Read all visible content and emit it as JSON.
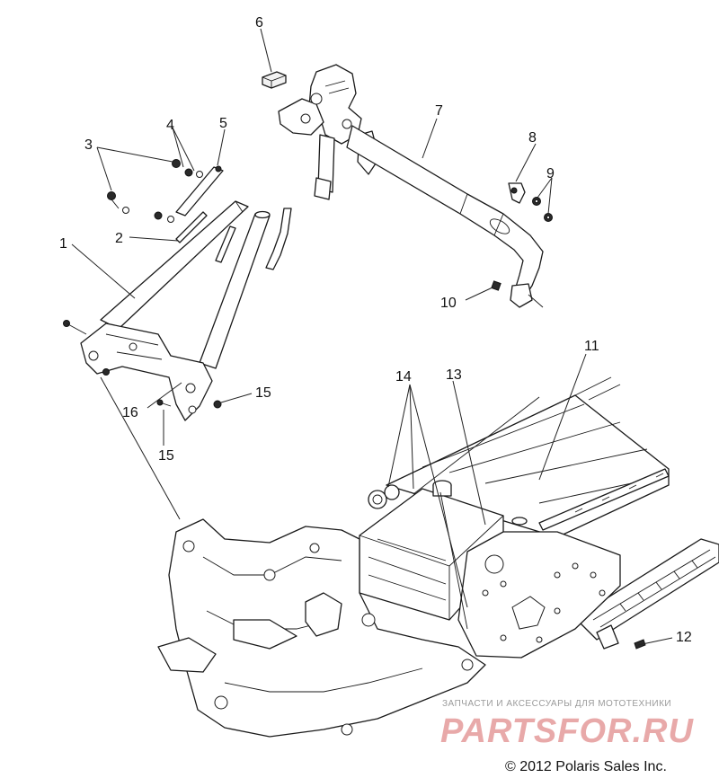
{
  "callouts": [
    {
      "id": "c1",
      "label": "1"
    },
    {
      "id": "c2",
      "label": "2"
    },
    {
      "id": "c3",
      "label": "3"
    },
    {
      "id": "c4",
      "label": "4"
    },
    {
      "id": "c5",
      "label": "5"
    },
    {
      "id": "c6",
      "label": "6"
    },
    {
      "id": "c7",
      "label": "7"
    },
    {
      "id": "c8",
      "label": "8"
    },
    {
      "id": "c9",
      "label": "9"
    },
    {
      "id": "c10",
      "label": "10"
    },
    {
      "id": "c11",
      "label": "11"
    },
    {
      "id": "c12",
      "label": "12"
    },
    {
      "id": "c13",
      "label": "13"
    },
    {
      "id": "c14",
      "label": "14"
    },
    {
      "id": "c15a",
      "label": "15"
    },
    {
      "id": "c15b",
      "label": "15"
    },
    {
      "id": "c16",
      "label": "16"
    }
  ],
  "watermark": {
    "subtitle": "ЗАПЧАСТИ И АКСЕССУАРЫ ДЛЯ МОТОТЕХНИКИ",
    "brand": "PARTSFOR.RU",
    "color": "#e8a9a9"
  },
  "copyright": "© 2012 Polaris Sales Inc."
}
